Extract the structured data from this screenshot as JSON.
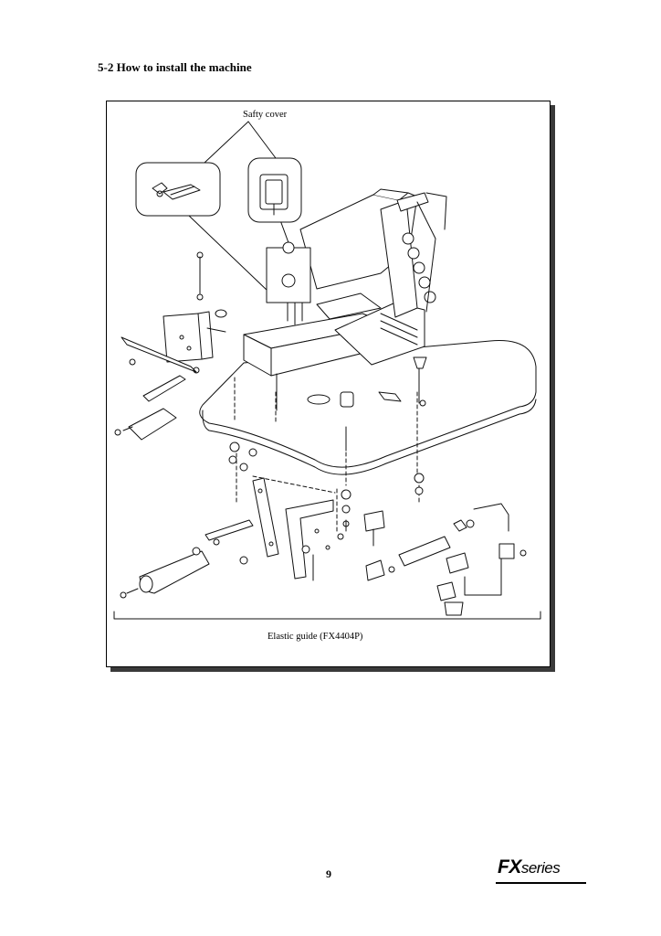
{
  "document": {
    "section_title": "5-2 How to install the machine",
    "page_number": "9"
  },
  "figure": {
    "callout_top": "Safty cover",
    "callout_bottom": "Elastic guide (FX4404P)"
  },
  "brand": {
    "logo_main": "FX",
    "logo_sub": "series"
  }
}
